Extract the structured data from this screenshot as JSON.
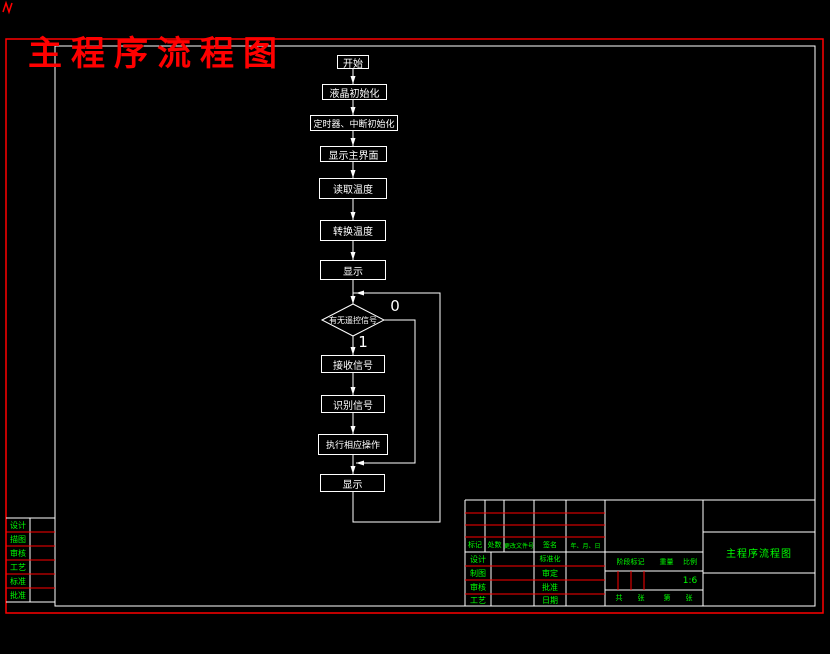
{
  "drawing_title_red": "主程序流程图",
  "flowchart": {
    "nodes": {
      "start": "开始",
      "lcd_init": "液晶初始化",
      "timer_init": "定时器、中断初始化",
      "show_main": "显示主界面",
      "read_temp": "读取温度",
      "convert_temp": "转换温度",
      "display1": "显示",
      "decision": "有无遥控信号",
      "receive": "接收信号",
      "identify": "识别信号",
      "execute": "执行相应操作",
      "display2": "显示"
    },
    "branch_no": "0",
    "branch_yes": "1"
  },
  "margin_strip": {
    "rows": [
      "设计",
      "描图",
      "审核",
      "工艺",
      "标准",
      "批准"
    ]
  },
  "title_block": {
    "revision_header": [
      "标记",
      "处数",
      "更改文件号",
      "签名",
      "年、月、日"
    ],
    "sign_left": [
      "设计",
      "制图",
      "审核",
      "工艺"
    ],
    "sign_mid": [
      "标准化",
      "审定",
      "批准",
      "日期"
    ],
    "stage_label": "阶段标记",
    "weight_label": "重量",
    "scale_label": "比例",
    "scale_value": "1:6",
    "sheet": [
      "共",
      "张",
      "第",
      "张"
    ],
    "drawing_title": "主程序流程图"
  },
  "colors": {
    "background": "#000000",
    "flow_line": "#ffffff",
    "frame_red": "#ff0000",
    "label_green": "#00ff00"
  }
}
